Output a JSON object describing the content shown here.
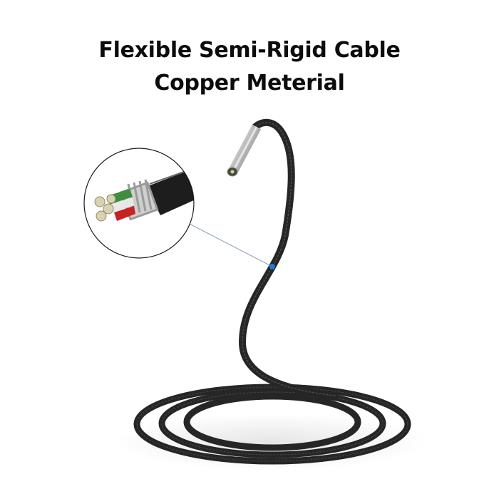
{
  "headline": {
    "line1": "Flexible Semi-Rigid Cable",
    "line2": "Copper Meterial"
  },
  "product": {
    "subject": "semi-rigid inspection camera cable with steel probe tip",
    "callout": "cross-section of cable showing copper stranded cores (green, white, red) inside spiral metal sheath and black outer jacket"
  },
  "colors": {
    "background": "#ffffff",
    "text": "#0c0c0c",
    "cable": "#2b2b2b",
    "callout_dot": "#1f7ad6",
    "callout_line": "#8fa3b8",
    "probe_steel": "#c9c9c9"
  }
}
